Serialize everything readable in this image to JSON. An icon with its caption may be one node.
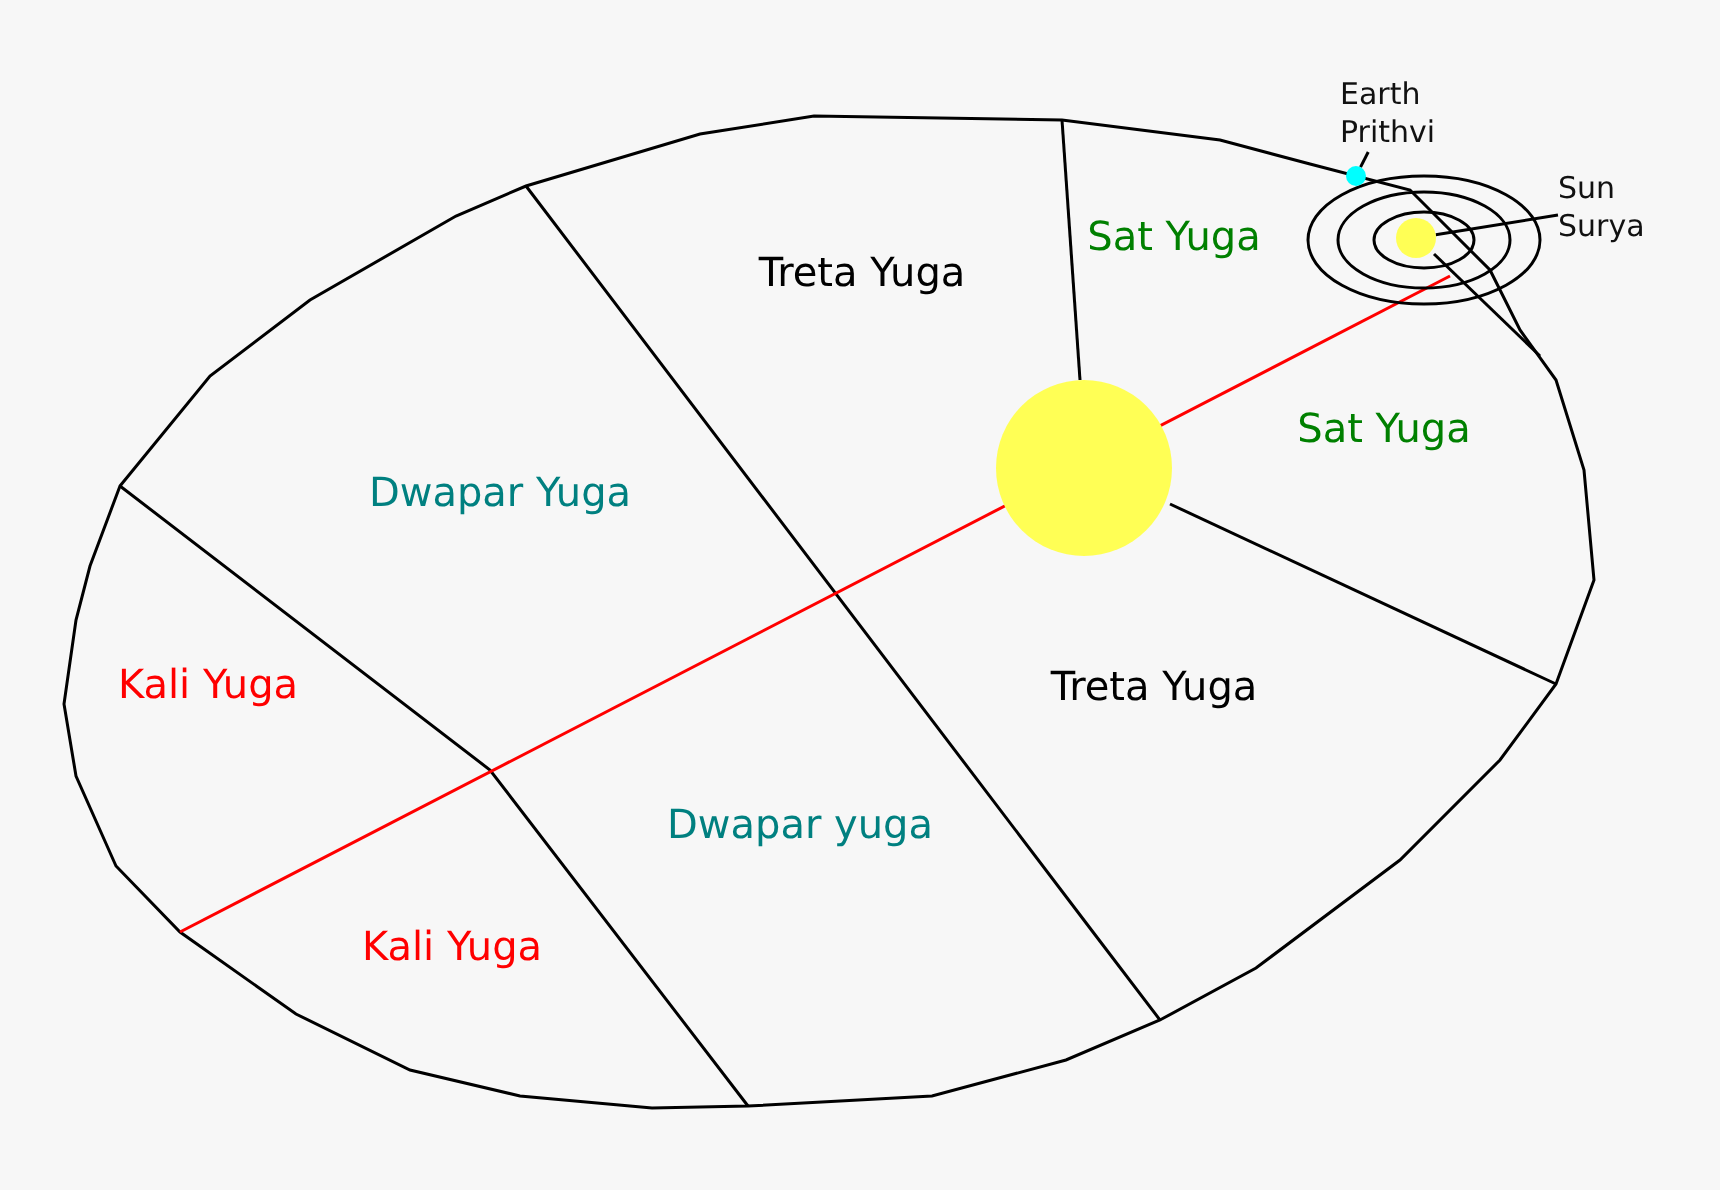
{
  "diagram": {
    "nodes": [
      {
        "text": [
          "Earth Prithvi"
        ]
      },
      {
        "text": [],
        "shape": "circle"
      },
      {
        "text": [
          "Sun Surya"
        ]
      },
      {
        "text": [],
        "shape": "circle"
      }
    ],
    "edges": [
      {
        "from": 0,
        "to": 1,
        "arrow": "none"
      },
      {
        "from": 2,
        "to": 3,
        "arrow": "none"
      }
    ],
    "labels": [
      "Treta Yuga",
      "Sat Yuga",
      "Sat Yuga",
      "Dwapar Yuga",
      "Kali Yuga",
      "Treta Yuga",
      "Dwapar yuga",
      "Kali Yuga"
    ]
  }
}
